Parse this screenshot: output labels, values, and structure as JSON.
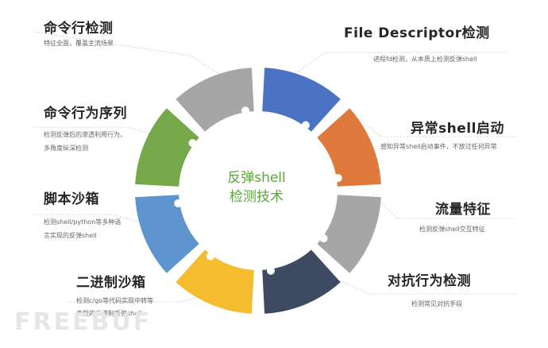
{
  "center": {
    "line1": "反弹shell",
    "line2": "检测技术"
  },
  "items": [
    {
      "title": "命令行检测",
      "desc": [
        "特征全面，覆盖主流场景"
      ],
      "color": "#a6a6a6"
    },
    {
      "title": "File Descriptor检测",
      "desc": [
        "进程fd检测，从本质上检测反弹shell"
      ],
      "color": "#4a73c3"
    },
    {
      "title": "异常shell启动",
      "desc": [
        "感知异常shell启动事件，不放过任何异常"
      ],
      "color": "#e07a3c"
    },
    {
      "title": "流量特征",
      "desc": [
        "检测反弹shell交互特征"
      ],
      "color": "#a6a6a6"
    },
    {
      "title": "对抗行为检测",
      "desc": [
        "检测常见对抗手段"
      ],
      "color": "#3e4a62"
    },
    {
      "title": "二进制沙箱",
      "desc": [
        "检测c/go等代码实现中转等",
        "类型的二进制反弹shell"
      ],
      "color": "#f5bc2f"
    },
    {
      "title": "脚本沙箱",
      "desc": [
        "检测shell/python等多种语",
        "言实现的反弹shell"
      ],
      "color": "#5e95cf"
    },
    {
      "title": "命令行为序列",
      "desc": [
        "检测反弹后的渗透利用行为，",
        "多角度纵深检测"
      ],
      "color": "#74a848"
    }
  ],
  "watermark": "FREEBUF"
}
